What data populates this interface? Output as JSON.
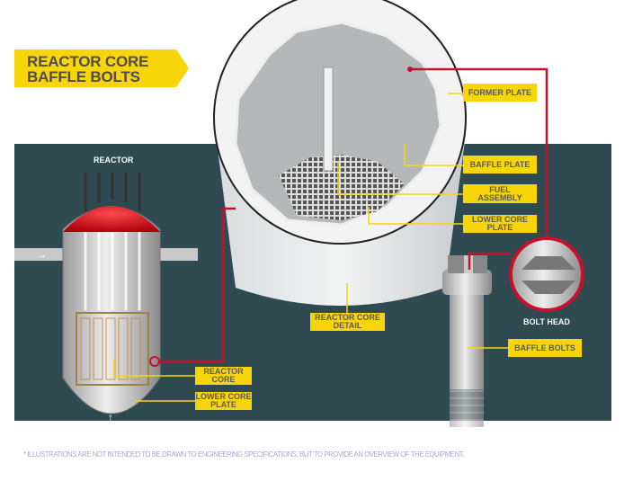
{
  "title": {
    "line1": "REACTOR CORE",
    "line2": "BAFFLE BOLTS"
  },
  "labels": {
    "reactor": "REACTOR",
    "former_plate": "FORMER PLATE",
    "baffle_plate": "BAFFLE PLATE",
    "fuel_assembly": [
      "FUEL",
      "ASSEMBLY"
    ],
    "lower_core_plate_detail": [
      "LOWER CORE",
      "PLATE"
    ],
    "reactor_core_detail": [
      "REACTOR CORE",
      "DETAIL"
    ],
    "bolt_head": "BOLT HEAD",
    "baffle_bolts": "BAFFLE BOLTS",
    "reactor_core": [
      "REACTOR",
      "CORE"
    ],
    "lower_core_plate": [
      "LOWER CORE",
      "PLATE"
    ]
  },
  "footnote": "* ILLUSTRATIONS ARE NOT INTENDED TO BE DRAWN TO ENGINEERING SPECIFICATIONS, BUT TO PROVIDE AN OVERVIEW OF THE EQUIPMENT.",
  "colors": {
    "accent": "#f7d50a",
    "panel": "#2f4a50",
    "line": "#c8102e"
  }
}
